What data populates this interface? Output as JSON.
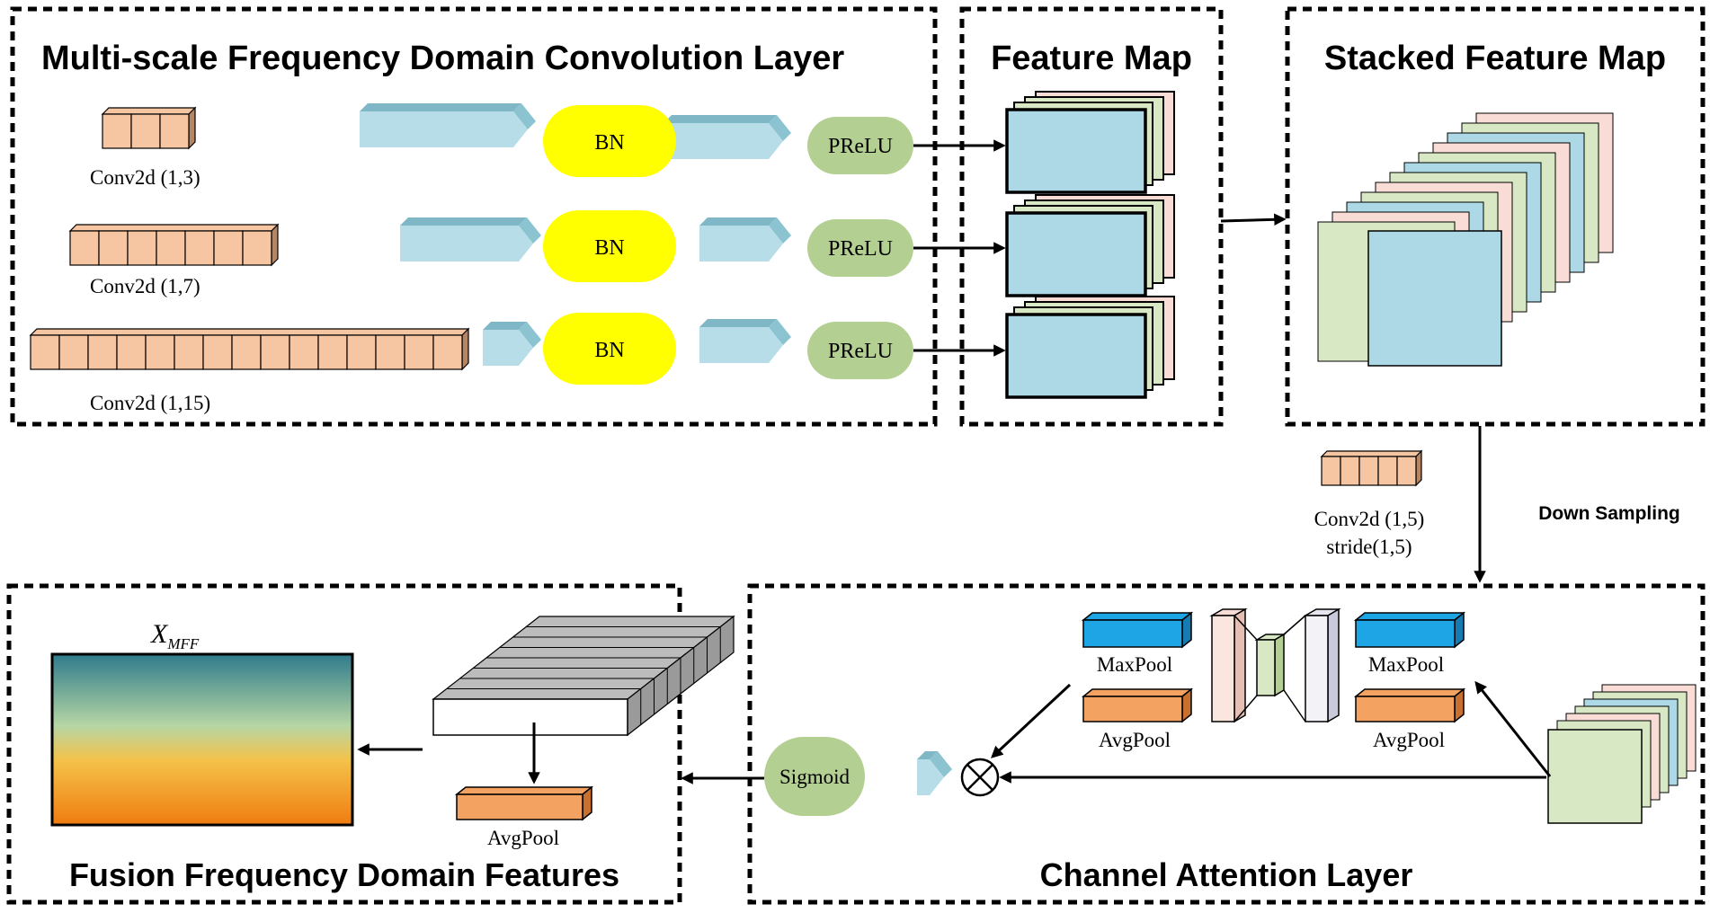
{
  "sections": {
    "conv_layer": "Multi-scale Frequency Domain Convolution Layer",
    "feature_map": "Feature Map",
    "stacked_map": "Stacked Feature Map",
    "channel_attention": "Channel Attention Layer",
    "fusion": "Fusion Frequency Domain Features"
  },
  "kernels": [
    {
      "label": "Conv2d (1,3)",
      "cells": 3
    },
    {
      "label": "Conv2d (1,7)",
      "cells": 7
    },
    {
      "label": "Conv2d (1,15)",
      "cells": 15
    }
  ],
  "bn_label": "BN",
  "prelu_label": "PReLU",
  "down_sampling": {
    "label": "Down Sampling",
    "conv_label": "Conv2d (1,5)",
    "stride_label": "stride(1,5)"
  },
  "attention": {
    "maxpool": "MaxPool",
    "avgpool": "AvgPool",
    "sigmoid": "Sigmoid"
  },
  "fusion_panel": {
    "output_symbol": "X",
    "output_subscript": "MFF",
    "avgpool": "AvgPool"
  },
  "colors": {
    "kernel_fill": "#f6c5a2",
    "arrow_fill": "#b7dde8",
    "bn_fill": "#ffff00",
    "prelu_fill": "#b3cf92",
    "fmap_blue": "#add8e6",
    "fmap_green": "#d8e8c4",
    "fmap_pink": "#f8dcd5",
    "maxpool_fill": "#1ea5e6",
    "avgpool_fill": "#f4a262",
    "gradient_top": "#2f7b8c",
    "gradient_mid": "#b6d6a4",
    "gradient_low": "#f4c24a",
    "gradient_bottom": "#f07c10"
  }
}
